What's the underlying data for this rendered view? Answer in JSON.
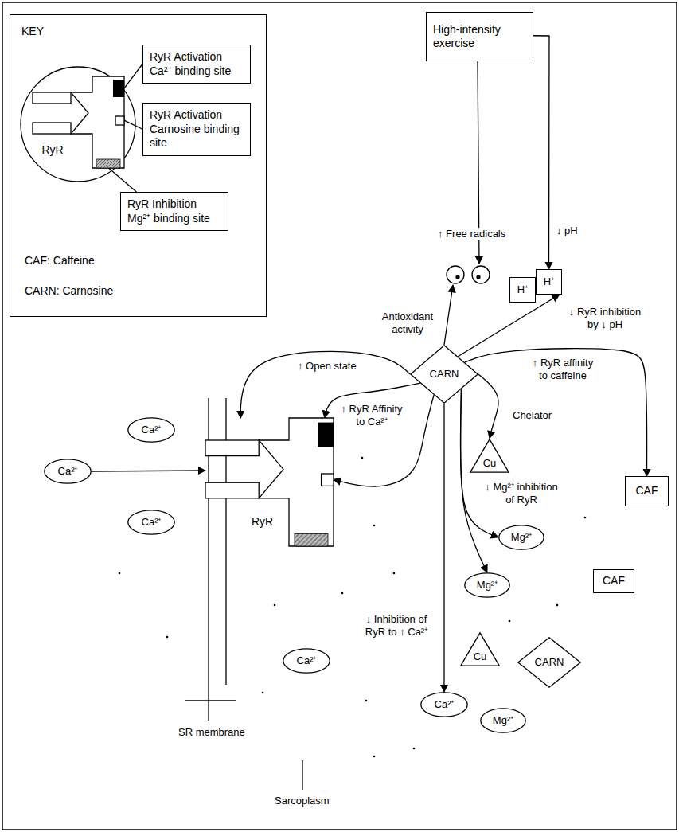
{
  "diagram": {
    "nodes": [
      {
        "text": [
          "KEY",
          "CAF: Caffeine",
          "CARN: Carnosine"
        ]
      },
      {
        "text": [
          "RyR"
        ],
        "in": 0
      },
      {
        "text": [
          "RyR Activation Ca²⁺ binding site"
        ],
        "in": 0
      },
      {
        "text": [
          "RyR Activation Carnosine binding site"
        ],
        "in": 0
      },
      {
        "text": [
          "RyR Inhibition Mg²⁺ binding site"
        ],
        "in": 0
      },
      {
        "text": [
          "High-intensity exercise"
        ]
      },
      {
        "text": [
          "H⁺"
        ]
      },
      {
        "text": [
          "H⁺"
        ]
      },
      {
        "text": [
          "CARN"
        ]
      },
      {
        "text": [
          "CAF"
        ]
      },
      {
        "text": [
          "Ca²⁺"
        ]
      },
      {
        "text": [
          "Ca²⁺"
        ]
      },
      {
        "text": [
          "RyR"
        ]
      },
      {
        "text": [
          "Cu"
        ]
      },
      {
        "text": [
          "Mg²⁺"
        ]
      },
      {
        "text": [
          "Mg²⁺"
        ]
      },
      {
        "text": [
          "CAF"
        ]
      },
      {
        "text": [
          "Ca²⁺"
        ]
      },
      {
        "text": [
          "Cu"
        ]
      },
      {
        "text": [
          "CARN"
        ]
      },
      {
        "text": [
          "Ca²⁺"
        ]
      },
      {
        "text": [
          "Mg²⁺"
        ]
      },
      {
        "text": [
          "Ca²⁺"
        ]
      }
    ],
    "edges": [
      {
        "from": 5,
        "to": 7,
        "arrow": "to",
        "label": "↓ pH"
      },
      {
        "from": 8,
        "to": 7,
        "arrow": "to",
        "label": "↓ RyR inhibition by ↓ pH"
      },
      {
        "from": 8,
        "to": 9,
        "arrow": "to",
        "label": "↑ RyR affinity to caffeine"
      },
      {
        "from": 8,
        "to": 13,
        "arrow": "to",
        "label": "Chelator"
      },
      {
        "from": 8,
        "to": 14,
        "arrow": "to",
        "label": "↓ Mg²⁺ inhibition of RyR"
      },
      {
        "from": 8,
        "to": 15,
        "arrow": "to"
      },
      {
        "from": 8,
        "to": 12,
        "arrow": "to",
        "label": "↑ Open state"
      },
      {
        "from": 8,
        "to": 12,
        "arrow": "to",
        "label": "↑ RyR Affinity to Ca²⁺"
      },
      {
        "from": 8,
        "to": 12,
        "arrow": "to"
      },
      {
        "from": 8,
        "to": 20,
        "arrow": "to",
        "label": "↓ Inhibition of RyR to ↑ Ca²⁺"
      },
      {
        "from": 11,
        "to": 12,
        "arrow": "to"
      },
      {
        "from": 2,
        "to": 1,
        "arrow": "none"
      },
      {
        "from": 3,
        "to": 1,
        "arrow": "none"
      },
      {
        "from": 4,
        "to": 1,
        "arrow": "none"
      }
    ],
    "labels": [
      "↑ Free radicals",
      "Antioxidant activity",
      "SR membrane",
      "Sarcoplasm"
    ]
  }
}
